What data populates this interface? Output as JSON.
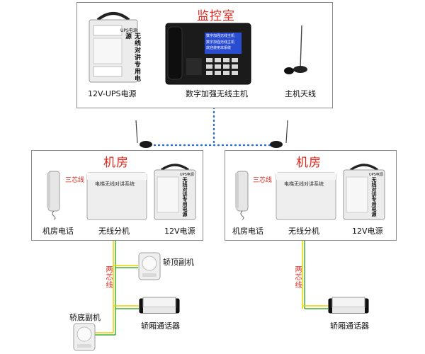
{
  "monitor_room": {
    "title": "监控室",
    "ups_label": "12V-UPS电源",
    "ups_text": "无线对讲专用电源",
    "ups_badge": "UPS电源",
    "host_label": "数字加强无线主机",
    "antenna_label": "主机天线",
    "screen_line1": "数字加强无线主机",
    "screen_line2": "数字加强无线主机",
    "screen_line3": "欢迎使用本系统"
  },
  "machine_rooms": [
    {
      "title": "机房",
      "wire3_label": "三芯线",
      "phone_label": "机房电话",
      "ext_label": "无线分机",
      "ext_text": "电梯无线对讲系统",
      "power_label": "12V电源",
      "power_text": "无线对讲专用电源",
      "power_badge": "UPS电源"
    },
    {
      "title": "机房",
      "wire3_label": "三芯线",
      "phone_label": "机房电话",
      "ext_label": "无线分机",
      "ext_text": "电梯无线对讲系统",
      "power_label": "12V电源",
      "power_text": "无线对讲专用电源",
      "power_badge": "UPS电源"
    }
  ],
  "lift_left": {
    "wire2_label": "两芯线",
    "top_speaker_label": "轿顶副机",
    "bottom_speaker_label": "轿底副机",
    "car_phone_label": "轿厢通话器"
  },
  "lift_right": {
    "wire2_label": "两芯线",
    "car_phone_label": "轿厢通话器"
  },
  "colors": {
    "red": "#e0261b",
    "wire_yellow": "#e8d400",
    "wire_green": "#3fae35",
    "dot_blue": "#2a6fd6"
  }
}
